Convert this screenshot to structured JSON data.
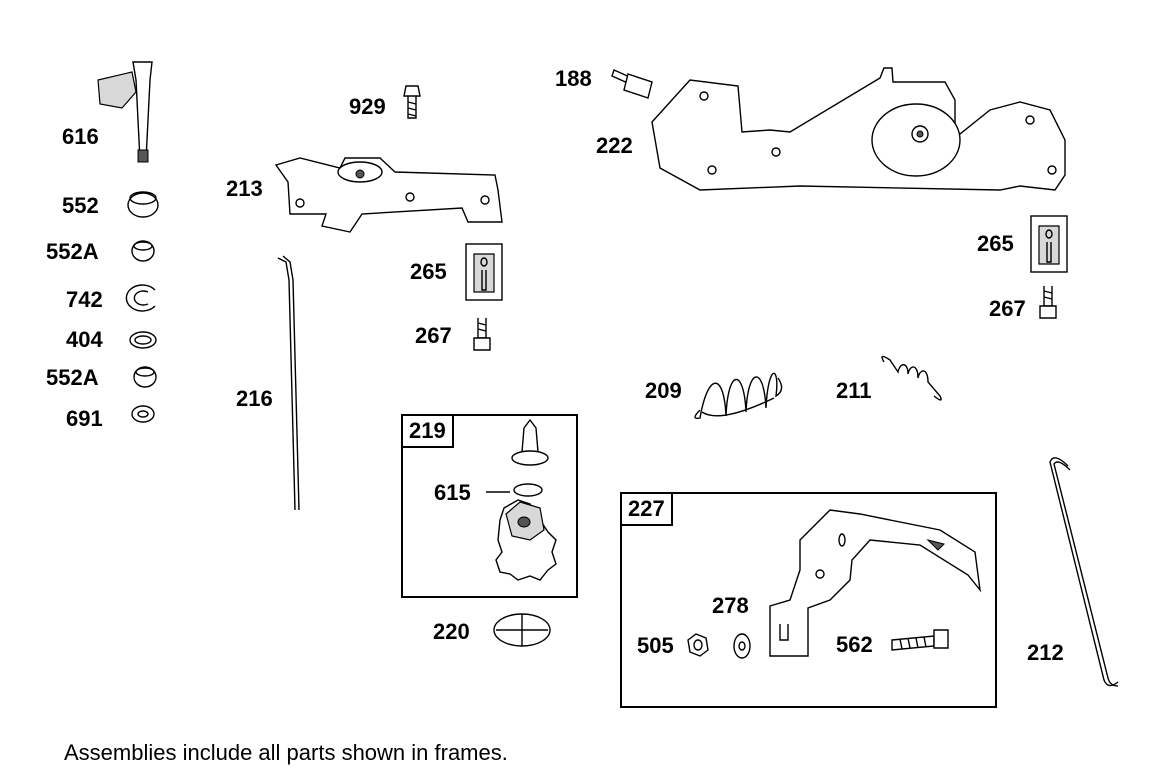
{
  "labels": {
    "p616": "616",
    "p552": "552",
    "p552a_1": "552A",
    "p742": "742",
    "p404": "404",
    "p552a_2": "552A",
    "p691": "691",
    "p929": "929",
    "p213": "213",
    "p216": "216",
    "p265_1": "265",
    "p267_1": "267",
    "p188": "188",
    "p222": "222",
    "p265_2": "265",
    "p267_2": "267",
    "p209": "209",
    "p211": "211",
    "p615": "615",
    "p220": "220",
    "p278": "278",
    "p505": "505",
    "p562": "562",
    "p212": "212"
  },
  "frames": {
    "f219": "219",
    "f227": "227"
  },
  "caption": "Assemblies include all parts shown in frames."
}
